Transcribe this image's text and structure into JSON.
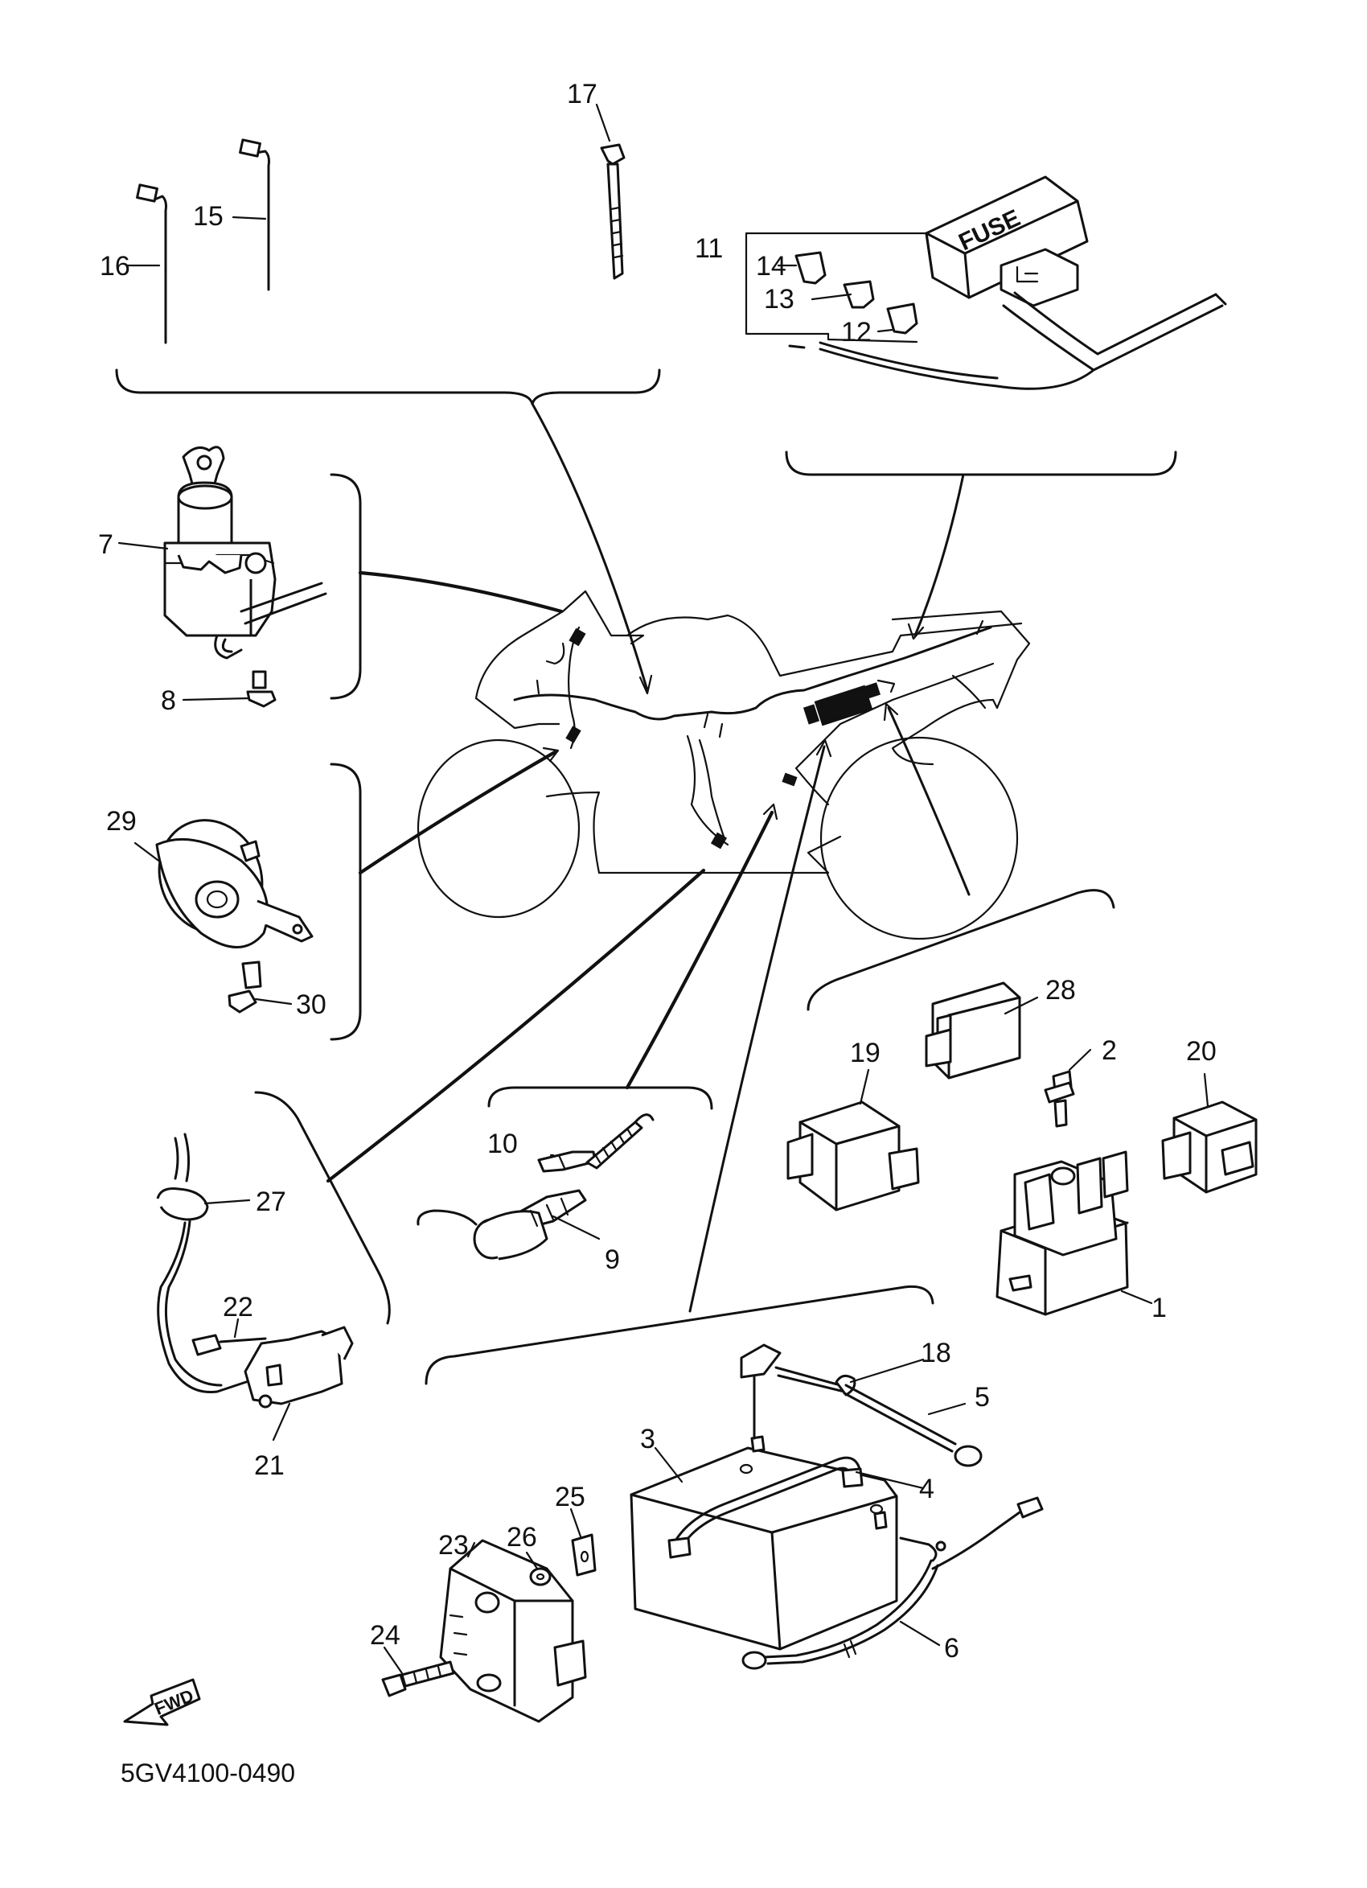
{
  "diagram": {
    "drawing_code": "5GV4100-0490",
    "fwd_label": "FWD",
    "fuse_box_text": "FUSE",
    "callouts": {
      "p1": "1",
      "p2": "2",
      "p3": "3",
      "p4": "4",
      "p5": "5",
      "p6": "6",
      "p7": "7",
      "p8": "8",
      "p9": "9",
      "p10": "10",
      "p11": "11",
      "p12": "12",
      "p13": "13",
      "p14": "14",
      "p15": "15",
      "p16": "16",
      "p17": "17",
      "p18": "18",
      "p19": "19",
      "p20": "20",
      "p21": "21",
      "p22": "22",
      "p23": "23",
      "p24": "24",
      "p25": "25",
      "p26": "26",
      "p27": "27",
      "p28": "28",
      "p29": "29",
      "p30": "30"
    }
  }
}
